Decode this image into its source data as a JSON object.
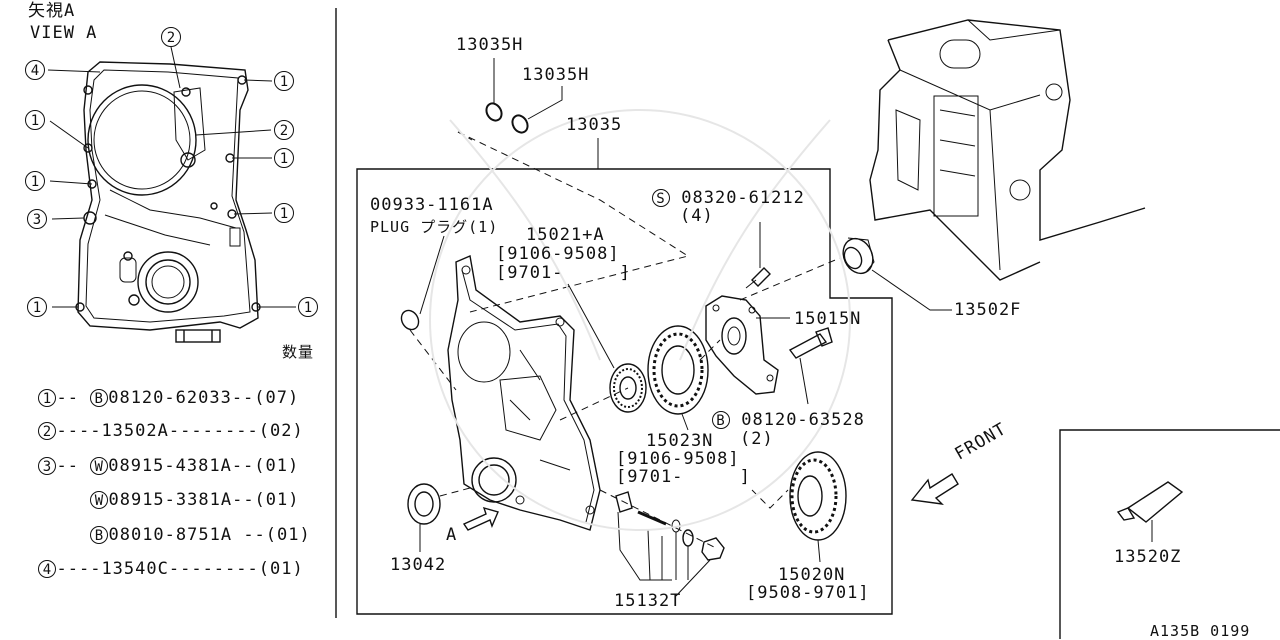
{
  "view": {
    "title_jp": "矢視A",
    "title_en": "VIEW A",
    "qty_heading": "数量",
    "callouts": [
      "1",
      "2",
      "3",
      "4"
    ]
  },
  "legend": [
    {
      "num": "1",
      "dash": "--",
      "mark": "B",
      "part": "08120-62033",
      "qty": "--(07)"
    },
    {
      "num": "2",
      "dash": "----",
      "mark": "",
      "part": "13502A",
      "qty": "--------(02)"
    },
    {
      "num": "3",
      "dash": "--",
      "mark": "W",
      "part": "08915-4381A",
      "qty": "--(01)"
    },
    {
      "num": "",
      "dash": "",
      "mark": "W",
      "part": "08915-3381A",
      "qty": "--(01)"
    },
    {
      "num": "",
      "dash": "",
      "mark": "B",
      "part": "08010-8751A",
      "qty": " --(01)"
    },
    {
      "num": "4",
      "dash": "----",
      "mark": "",
      "part": "13540C",
      "qty": "--------(01)"
    }
  ],
  "parts": {
    "p13035H_a": "13035H",
    "p13035H_b": "13035H",
    "p13035": "13035",
    "plug_code": "00933-1161A",
    "plug_name": "PLUG プラグ(1)",
    "p15021": "15021+A",
    "p15021_d1": "[9106-9508]",
    "p15021_d2": "[9701-     ]",
    "bolt_s_mark": "S",
    "bolt_s_code": "08320-61212",
    "bolt_s_qty": "(4)",
    "p15015N": "15015N",
    "p13502F": "13502F",
    "bolt_b_mark": "B",
    "bolt_b_code": "08120-63528",
    "bolt_b_qty": "(2)",
    "p15023N": "15023N",
    "p15023N_d1": "[9106-9508]",
    "p15023N_d2": "[9701-     ]",
    "front": "FRONT",
    "view_a": "A",
    "p13042": "13042",
    "p15132T": "15132T",
    "p15020N": "15020N",
    "p15020N_d": "[9508-9701]",
    "p13520Z": "13520Z",
    "footer": "A135B 0199"
  }
}
